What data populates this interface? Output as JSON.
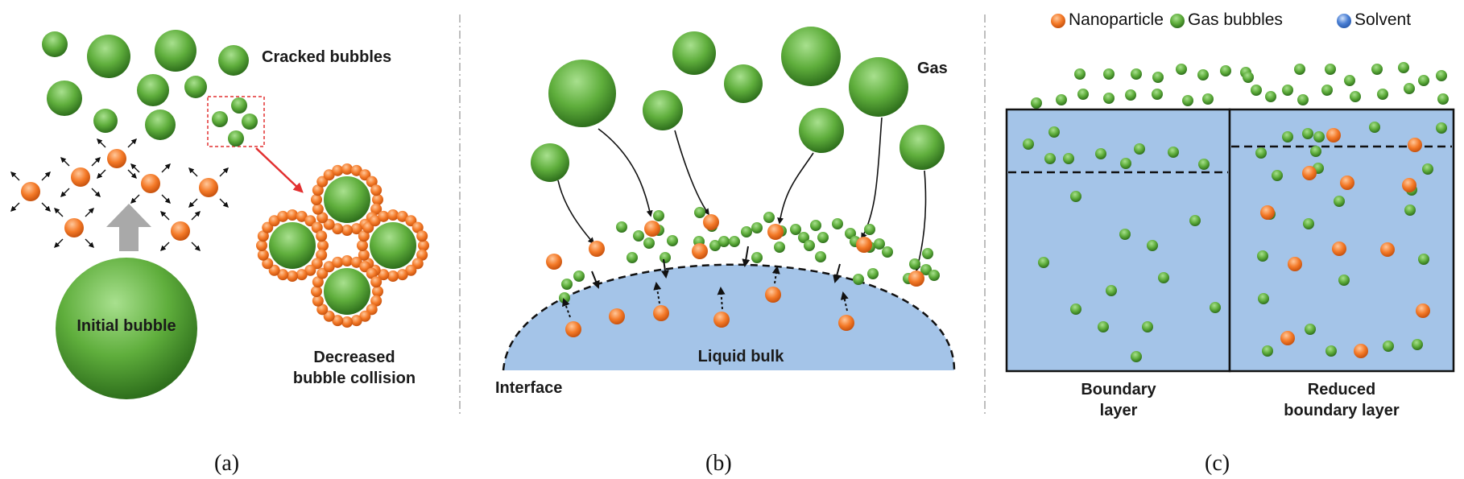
{
  "colors": {
    "bubble_light": "#9ed98a",
    "bubble_mid": "#5fae3c",
    "bubble_dark": "#2e6f1c",
    "nanoparticle_light": "#ffb27a",
    "nanoparticle": "#f47a28",
    "nanoparticle_dark": "#c44f0c",
    "solvent_fill": "#a4c4e8",
    "solvent_legend": "#4a7fd4",
    "arrow_gray": "#a9a9a9",
    "zoom_red": "#e23030",
    "divider": "#a8a8a8"
  },
  "panel_a": {
    "cracked_bubbles": "Cracked bubbles",
    "initial_bubble": "Initial bubble",
    "decreased_line1": "Decreased",
    "decreased_line2": "bubble collision",
    "caption": "(a)"
  },
  "panel_b": {
    "gas": "Gas",
    "liquid_bulk": "Liquid bulk",
    "interface": "Interface",
    "caption": "(b)"
  },
  "panel_c": {
    "legend": {
      "nanoparticle": "Nanoparticle",
      "gas_bubbles": "Gas bubbles",
      "solvent": "Solvent"
    },
    "boundary_line1": "Boundary",
    "boundary_line2": "layer",
    "reduced_line1": "Reduced",
    "reduced_line2": "boundary layer",
    "caption": "(c)"
  }
}
